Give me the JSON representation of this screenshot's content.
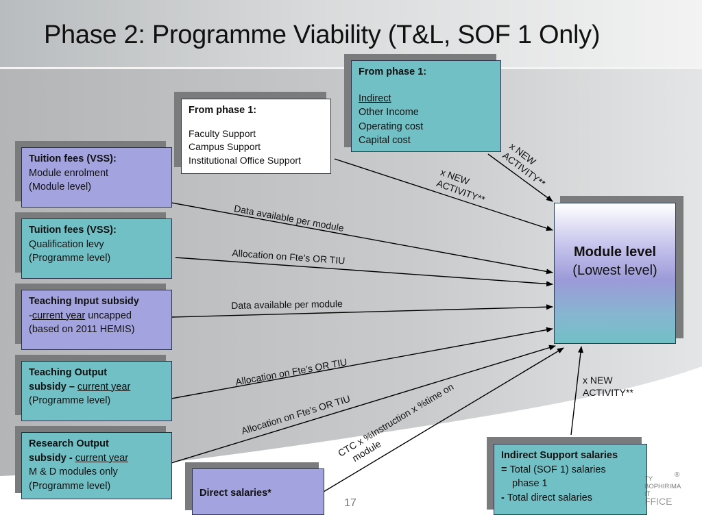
{
  "title": "Phase 2:  Programme Viability (T&L, SOF 1 Only)",
  "colors": {
    "purple_box": "#a3a3e0",
    "teal_box": "#71c0c6",
    "white_box": "#ffffff",
    "shadow": "#7a7b7d",
    "background_gray": "#b4b6b8"
  },
  "boxes": {
    "phase1_support": {
      "heading": "From phase 1:",
      "lines": [
        "Faculty Support",
        "Campus Support",
        "Institutional Office Support"
      ]
    },
    "phase1_indirect": {
      "heading": "From phase 1:",
      "underlined": "Indirect",
      "lines": [
        "Other Income",
        "Operating cost",
        "Capital cost"
      ]
    },
    "tuition_module": {
      "heading": "Tuition fees (VSS):",
      "lines": [
        "Module enrolment",
        "(Module level)"
      ]
    },
    "tuition_qualification": {
      "heading": "Tuition fees (VSS):",
      "lines": [
        "Qualification levy",
        "(Programme level)"
      ]
    },
    "teaching_input": {
      "heading": "Teaching Input subsidy",
      "prefix": "-",
      "underlined": "current year",
      "suffix": " uncapped",
      "line3": "(based on 2011 HEMIS)"
    },
    "teaching_output": {
      "heading1": "Teaching Output",
      "heading2": "subsidy – ",
      "underlined": "current year",
      "line3": "(Programme level)"
    },
    "research_output": {
      "heading1": "Research Output",
      "heading2": "subsidy  - ",
      "underlined": "current year",
      "line3": "M & D modules only",
      "line4": "(Programme level)"
    },
    "direct_salaries": {
      "label": "Direct salaries*"
    },
    "indirect_support": {
      "heading": "Indirect Support salaries",
      "line2_prefix": "= ",
      "line2": "Total (SOF 1) salaries",
      "line3": "phase 1",
      "line4_prefix": "- ",
      "line4": "Total direct salaries"
    },
    "module_level": {
      "title": "Module level",
      "subtitle": "(Lowest level)"
    }
  },
  "arrow_labels": {
    "new_activity_1": [
      "x NEW",
      "ACTIVITY**"
    ],
    "new_activity_2": [
      "x NEW",
      "ACTIVITY**"
    ],
    "new_activity_3": [
      "x NEW",
      "ACTIVITY**"
    ],
    "data_available_1": "Data available per module",
    "allocation_1": "Allocation on Fte’s OR TIU",
    "data_available_2": "Data available per module",
    "allocation_2": "Allocation on Fte’s OR TIU",
    "allocation_3": "Allocation on Fte’s OR TIU",
    "ctc": [
      "CTC x %Instruction x %time on",
      "module"
    ]
  },
  "footer": {
    "page_number": "17",
    "logo_lines": [
      "TY",
      "BOPHIRIMA",
      "IT",
      "FFICE"
    ],
    "logo_mark": "®"
  }
}
